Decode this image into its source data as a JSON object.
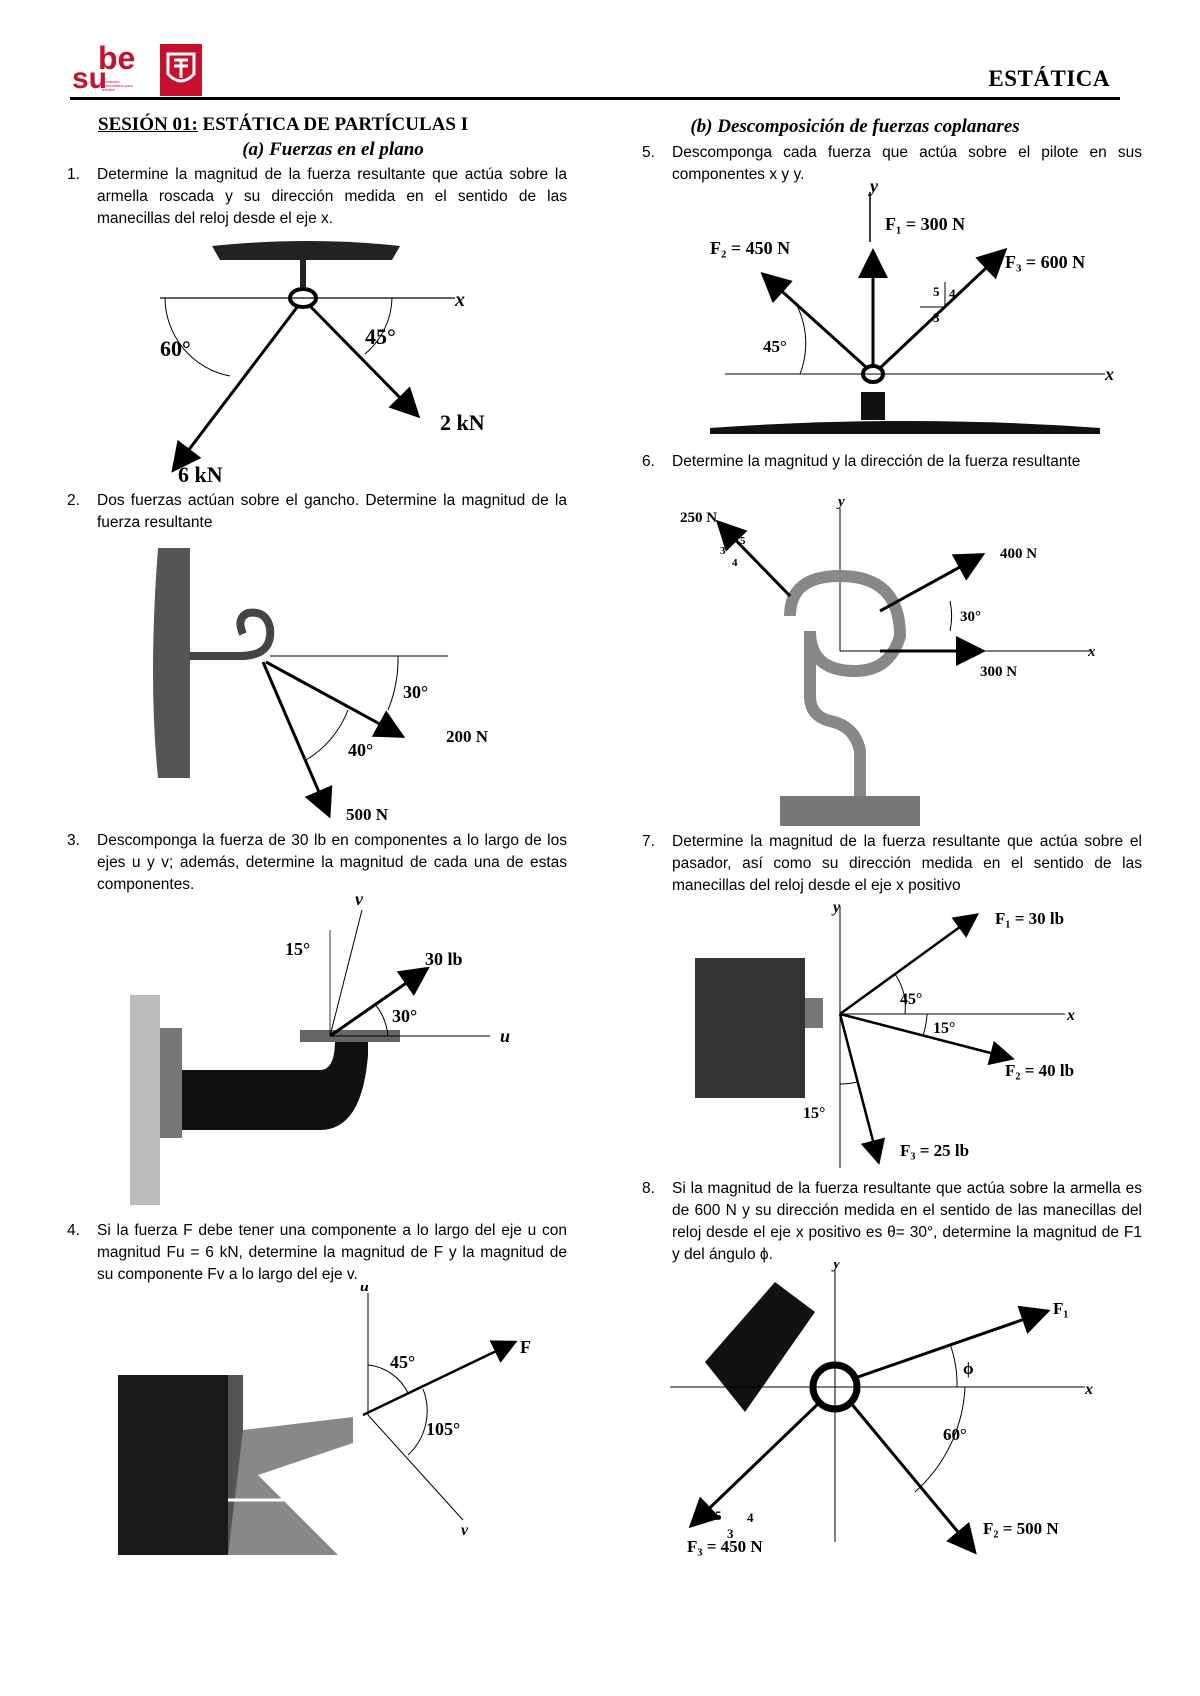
{
  "header": {
    "logo_su": "su",
    "logo_be": "be",
    "logo_tagline": "formación universitaria para adultos",
    "course": "ESTÁTICA"
  },
  "left": {
    "session_prefix": "SESIÓN 01:",
    "session_title": " ESTÁTICA DE PARTÍCULAS I",
    "subtitle": "(a) Fuerzas en el plano",
    "problems": [
      {
        "num": "1.",
        "text": "Determine la magnitud de la fuerza resultante que actúa sobre la armella roscada y su dirección medida en el sentido de las manecillas del reloj desde el eje x."
      },
      {
        "num": "2.",
        "text": "Dos fuerzas actúan sobre el gancho. Determine la magnitud de la fuerza resultante"
      },
      {
        "num": "3.",
        "text": "Descomponga la fuerza de 30 lb en componentes a lo largo de los ejes u y v; además, determine la magnitud de cada una de estas componentes."
      },
      {
        "num": "4.",
        "text": "Si la fuerza F debe tener una componente a lo largo del eje u con magnitud Fu = 6 kN, determine la magnitud de F y la magnitud de su componente Fv a lo largo del eje v."
      }
    ]
  },
  "right": {
    "subtitle": "(b) Descomposición de fuerzas coplanares",
    "problems": [
      {
        "num": "5.",
        "text": "Descomponga cada fuerza que actúa sobre el pilote en sus componentes x y y."
      },
      {
        "num": "6.",
        "text": "Determine la magnitud y la dirección de la fuerza resultante"
      },
      {
        "num": "7.",
        "text": "Determine la magnitud de la fuerza resultante que actúa sobre el pasador, así como su dirección medida en el sentido de las manecillas del reloj desde el eje x positivo"
      },
      {
        "num": "8.",
        "text": "Si la magnitud de la fuerza resultante que actúa sobre la armella es de 600 N y su dirección medida en el sentido de las manecillas del reloj desde el eje x positivo es θ= 30°, determine la magnitud de F1 y del ángulo ϕ."
      }
    ]
  },
  "figures": {
    "fig1": {
      "axis_x": "x",
      "angle_a": "60°",
      "angle_b": "45°",
      "force_a": "6 kN",
      "force_b": "2 kN"
    },
    "fig2": {
      "angle_a": "30°",
      "angle_b": "40°",
      "force_a": "200 N",
      "force_b": "500 N"
    },
    "fig3": {
      "axis_v": "v",
      "axis_u": "u",
      "angle_a": "15°",
      "angle_b": "30°",
      "force": "30 lb"
    },
    "fig4": {
      "axis_u": "u",
      "axis_v": "v",
      "angle_a": "45°",
      "angle_b": "105°",
      "force": "F"
    },
    "fig5": {
      "axis_y": "y",
      "axis_x": "x",
      "f1": "F₁ = 300 N",
      "f2": "F₂ = 450 N",
      "f3": "F₃ = 600 N",
      "angle": "45°",
      "tri_5": "5",
      "tri_4": "4",
      "tri_3": "3"
    },
    "fig6": {
      "axis_y": "y",
      "axis_x": "x",
      "f250": "250 N",
      "f400": "400 N",
      "f300": "300 N",
      "angle": "30°",
      "tri_5": "5",
      "tri_4": "4",
      "tri_3": "3"
    },
    "fig7": {
      "axis_y": "y",
      "axis_x": "x",
      "f1": "F₁ = 30 lb",
      "f2": "F₂ = 40 lb",
      "f3": "F₃ = 25 lb",
      "angle_a": "45°",
      "angle_b": "15°",
      "angle_c": "15°"
    },
    "fig8": {
      "axis_y": "y",
      "axis_x": "x",
      "f1": "F₁",
      "f2": "F₂ = 500 N",
      "f3": "F₃ = 450 N",
      "angle_a": "ϕ",
      "angle_b": "60°",
      "tri_5": "5",
      "tri_4": "4",
      "tri_3": "3"
    }
  }
}
